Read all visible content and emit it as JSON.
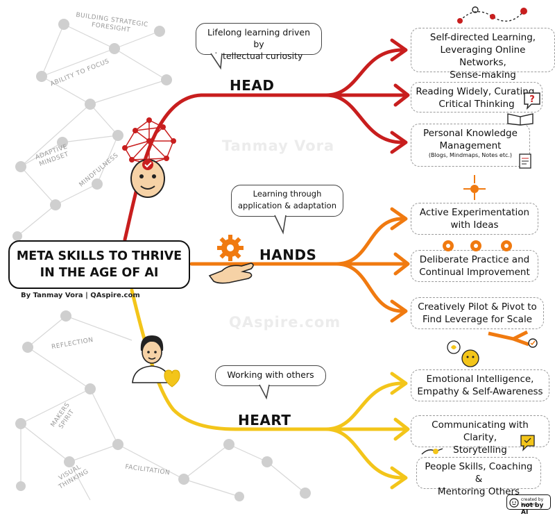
{
  "title": {
    "line1": "META SKILLS TO THRIVE",
    "line2": "IN THE AGE OF AI"
  },
  "byline": "By Tanmay Vora | QAspire.com",
  "watermarks": [
    "Tanmay Vora",
    "QAspire.com"
  ],
  "network_labels": [
    "BUILDING STRATEGIC\nFORESIGHT",
    "ABILITY TO FOCUS",
    "ADAPTIVE\nMINDSET",
    "MINDFULNESS",
    "REFLECTION",
    "MAKERS\nSPIRIT",
    "VISUAL\nTHINKING",
    "FACILITATION"
  ],
  "branches": {
    "head": {
      "label": "HEAD",
      "color": "#c81e1e",
      "bubble": "Lifelong learning driven by\nintellectual curiosity",
      "items": [
        {
          "text": "Self-directed Learning,\nLeveraging Online Networks,\nSense-making",
          "small": ""
        },
        {
          "text": "Reading Widely, Curating,\nCritical Thinking",
          "small": ""
        },
        {
          "text": "Personal Knowledge\nManagement",
          "small": "(Blogs, Mindmaps, Notes etc.)"
        }
      ]
    },
    "hands": {
      "label": "HANDS",
      "color": "#f07a10",
      "bubble": "Learning through\napplication & adaptation",
      "items": [
        {
          "text": "Active Experimentation\nwith Ideas",
          "small": ""
        },
        {
          "text": "Deliberate Practice and\nContinual Improvement",
          "small": ""
        },
        {
          "text": "Creatively Pilot & Pivot to\nFind Leverage for Scale",
          "small": ""
        }
      ]
    },
    "heart": {
      "label": "HEART",
      "color": "#f3c51a",
      "bubble": "Working with others",
      "items": [
        {
          "text": "Emotional Intelligence,\nEmpathy & Self-Awareness",
          "small": ""
        },
        {
          "text": "Communicating with Clarity,\nStorytelling",
          "small": ""
        },
        {
          "text": "People Skills, Coaching &\nMentoring Others",
          "small": ""
        }
      ]
    }
  },
  "badge": {
    "line1": "created by human",
    "line2": "not by AI"
  }
}
